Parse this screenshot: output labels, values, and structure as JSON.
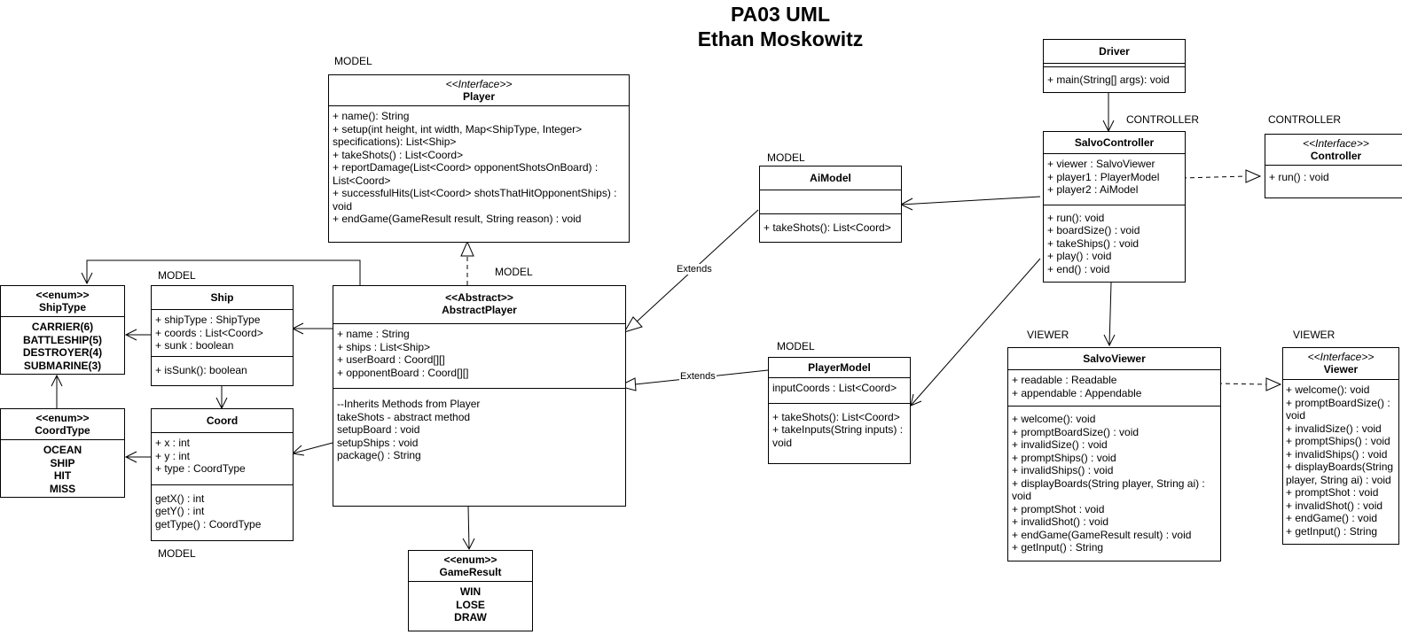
{
  "title": {
    "line1": "PA03 UML",
    "line2": "Ethan Moskowitz"
  },
  "tags": {
    "player": "MODEL",
    "ship": "MODEL",
    "abstract_player": "MODEL",
    "coord": "MODEL",
    "aimodel": "MODEL",
    "playermodel": "MODEL",
    "salvo_controller": "CONTROLLER",
    "controller_iface": "CONTROLLER",
    "salvo_viewer": "VIEWER",
    "viewer_iface": "VIEWER"
  },
  "annotations": {
    "extends_ai": "Extends",
    "extends_player": "Extends"
  },
  "classes": {
    "player": {
      "stereotype": "<<Interface>>",
      "name": "Player",
      "methods": [
        "+ name(): String",
        "+ setup(int height, int width, Map<ShipType, Integer> specifications): List<Ship>",
        "+ takeShots() : List<Coord>",
        "+ reportDamage(List<Coord> opponentShotsOnBoard) : List<Coord>",
        "+ successfulHits(List<Coord> shotsThatHitOpponentShips) : void",
        "+ endGame(GameResult result, String reason) : void"
      ]
    },
    "shiptype": {
      "stereotype": "<<enum>>",
      "name": "ShipType",
      "values": [
        "CARRIER(6)",
        "BATTLESHIP(5)",
        "DESTROYER(4)",
        "SUBMARINE(3)"
      ]
    },
    "coordtype": {
      "stereotype": "<<enum>>",
      "name": "CoordType",
      "values": [
        "OCEAN",
        "SHIP",
        "HIT",
        "MISS"
      ]
    },
    "ship": {
      "name": "Ship",
      "fields": [
        "+ shipType : ShipType",
        "+ coords : List<Coord>",
        "+ sunk : boolean"
      ],
      "methods": [
        "+ isSunk(): boolean"
      ]
    },
    "coord": {
      "name": "Coord",
      "fields": [
        "+ x : int",
        "+ y : int",
        "+ type : CoordType"
      ],
      "methods": [
        "getX() : int",
        "getY() : int",
        "getType() : CoordType"
      ]
    },
    "abstract_player": {
      "stereotype": "<<Abstract>>",
      "name": "AbstractPlayer",
      "fields": [
        "+ name : String",
        "+ ships : List<Ship>",
        "+ userBoard : Coord[][]",
        "+ opponentBoard : Coord[][]"
      ],
      "methods": [
        "--Inherits Methods from Player",
        "takeShots - abstract method",
        "setupBoard : void",
        "setupShips : void",
        "package() : String"
      ]
    },
    "gameresult": {
      "stereotype": "<<enum>>",
      "name": "GameResult",
      "values": [
        "WIN",
        "LOSE",
        "DRAW"
      ]
    },
    "aimodel": {
      "name": "AiModel",
      "methods": [
        "+ takeShots(): List<Coord>"
      ]
    },
    "playermodel": {
      "name": "PlayerModel",
      "fields": [
        "inputCoords : List<Coord>"
      ],
      "methods": [
        "+ takeShots(): List<Coord>",
        "+ takeInputs(String inputs) : void"
      ]
    },
    "driver": {
      "name": "Driver",
      "methods": [
        "+ main(String[] args): void"
      ]
    },
    "salvo_controller": {
      "name": "SalvoController",
      "fields": [
        "+ viewer : SalvoViewer",
        "+ player1 : PlayerModel",
        "+ player2 : AiModel"
      ],
      "methods": [
        "+ run(): void",
        "+ boardSize() : void",
        "+ takeShips() : void",
        "+ play() : void",
        "+ end() : void"
      ]
    },
    "controller_iface": {
      "stereotype": "<<Interface>>",
      "name": "Controller",
      "methods": [
        "+ run() : void"
      ]
    },
    "salvo_viewer": {
      "name": "SalvoViewer",
      "fields": [
        "+ readable : Readable",
        "+ appendable : Appendable"
      ],
      "methods": [
        "+ welcome(): void",
        "+ promptBoardSize() : void",
        "+ invalidSize() : void",
        "+ promptShips() : void",
        "+ invalidShips() : void",
        "+ displayBoards(String player, String ai) : void",
        "+ promptShot : void",
        "+ invalidShot() : void",
        "+ endGame(GameResult result) : void",
        "+ getInput() : String"
      ]
    },
    "viewer_iface": {
      "stereotype": "<<Interface>>",
      "name": "Viewer",
      "methods": [
        "+ welcome(): void",
        "+ promptBoardSize() : void",
        "+ invalidSize() : void",
        "+ promptShips() : void",
        "+ invalidShips() : void",
        "+ displayBoards(String player, String ai) : void",
        "+ promptShot : void",
        "+ invalidShot() : void",
        "+ endGame() : void",
        "+ getInput() : String"
      ]
    }
  }
}
